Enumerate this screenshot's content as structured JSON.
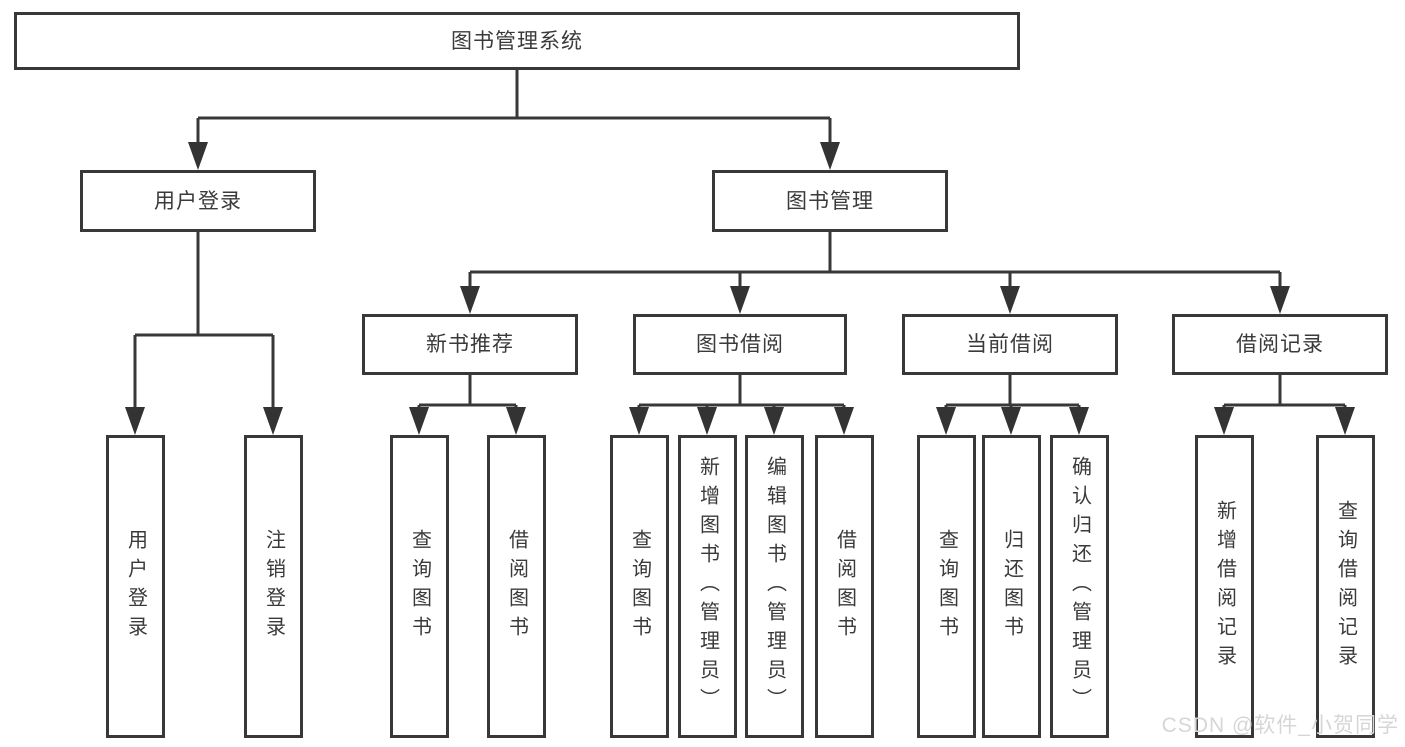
{
  "diagram": {
    "title": "图书管理系统",
    "branches": [
      {
        "label": "用户登录",
        "children": [
          {
            "label": "用户登录"
          },
          {
            "label": "注销登录"
          }
        ]
      },
      {
        "label": "图书管理",
        "children": [
          {
            "label": "新书推荐",
            "children": [
              {
                "label": "查询图书"
              },
              {
                "label": "借阅图书"
              }
            ]
          },
          {
            "label": "图书借阅",
            "children": [
              {
                "label": "查询图书"
              },
              {
                "label": "新增图书（管理员）"
              },
              {
                "label": "编辑图书（管理员）"
              },
              {
                "label": "借阅图书"
              }
            ]
          },
          {
            "label": "当前借阅",
            "children": [
              {
                "label": "查询图书"
              },
              {
                "label": "归还图书"
              },
              {
                "label": "确认归还（管理员）"
              }
            ]
          },
          {
            "label": "借阅记录",
            "children": [
              {
                "label": "新增借阅记录"
              },
              {
                "label": "查询借阅记录"
              }
            ]
          }
        ]
      }
    ]
  },
  "watermark": {
    "text": "CSDN @软件_小贺同学"
  },
  "colors": {
    "line": "#383838",
    "box_border": "#383838",
    "text": "#3a3a3a",
    "watermark": "#d6d6d6",
    "background": "#ffffff"
  }
}
